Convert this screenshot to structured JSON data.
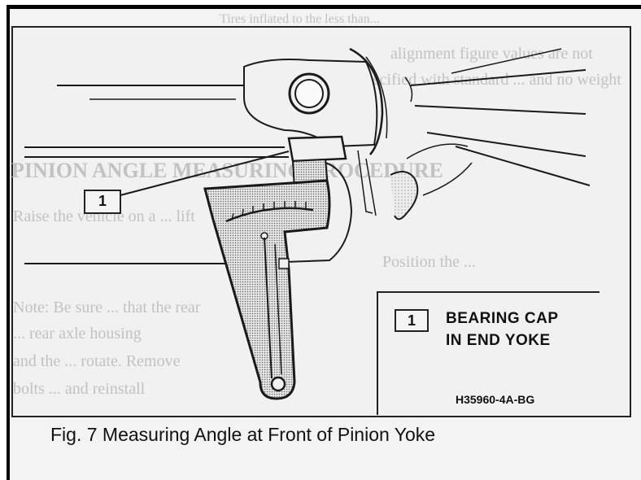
{
  "callout": {
    "number": "1",
    "label_line1": "BEARING CAP",
    "label_line2": "IN END YOKE"
  },
  "figure_code": "H35960-4A-BG",
  "caption": "Fig. 7 Measuring Angle at Front of Pinion Yoke",
  "bleed_through": {
    "line1": "Tires inflated to the less than...",
    "line2": "alignment figure values are not",
    "line3": "specified with standard ... and no weight",
    "heading": "PINION ANGLE MEASURING PROCEDURE",
    "line4": "Raise the vehicle on a ... lift",
    "line5": "Position the ...",
    "line6": "Note: Be sure ... that the rear",
    "line7": "... rear axle housing",
    "line8": "and the ... rotate. Remove",
    "line9": "bolts ... and reinstall"
  }
}
